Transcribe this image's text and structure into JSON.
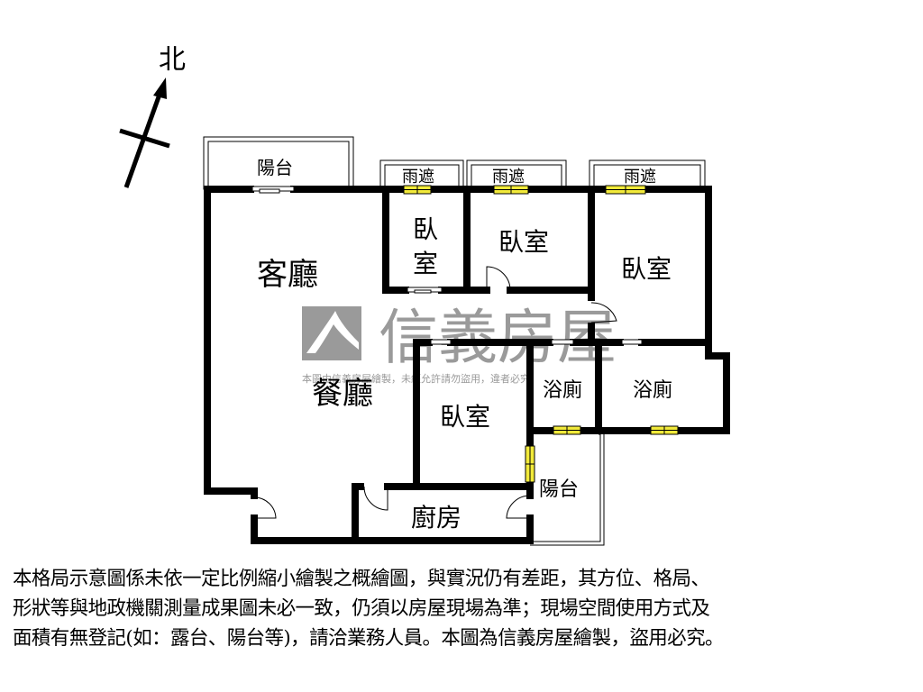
{
  "compass": {
    "north_label": "北"
  },
  "rooms": {
    "balcony_top": "陽台",
    "rain_shelter_1": "雨遮",
    "rain_shelter_2": "雨遮",
    "rain_shelter_3": "雨遮",
    "living_room": "客廳",
    "bedroom_small_1": "臥",
    "bedroom_small_2": "室",
    "bedroom_2": "臥室",
    "bedroom_3": "臥室",
    "dining_room": "餐廳",
    "bedroom_4": "臥室",
    "bathroom_1": "浴廁",
    "bathroom_2": "浴廁",
    "balcony_side": "陽台",
    "kitchen": "廚房"
  },
  "watermark": {
    "brand": "信義房屋",
    "notice": "本圖由信義房屋繪製，未經允許請勿盜用，違者必究"
  },
  "colors": {
    "wall": "#000000",
    "window": "#f2ea3a",
    "watermark": "#9a9a9a"
  },
  "disclaimer": {
    "lines": [
      "本格局示意圖係未依一定比例縮小繪製之概繪圖，與實況仍有差距，其方位、格局、",
      "形狀等與地政機關測量成果圖未必一致，仍須以房屋現場為準；現場空間使用方式及",
      "面積有無登記(如：露台、陽台等)，請洽業務人員。本圖為信義房屋繪製，盜用必究。"
    ]
  }
}
